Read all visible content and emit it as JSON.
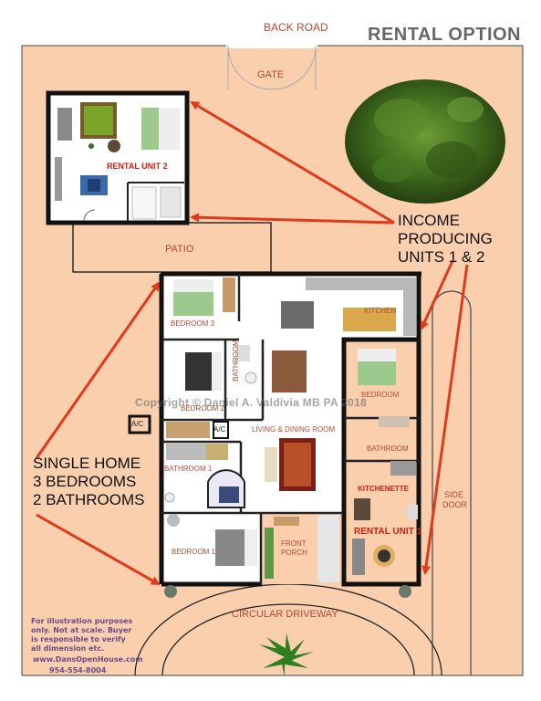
{
  "title": "RENTAL OPTION",
  "back_road": "BACK ROAD",
  "gate": "GATE",
  "patio": "PATIO",
  "rooms": {
    "rental_unit_2": "RENTAL UNIT 2",
    "bedroom_3": "BEDROOM 3",
    "kitchen": "KITCHEN",
    "bathroom_vertical": "BATHROOM",
    "bedroom_2": "BEDROOM 2",
    "bedroom_unit1": "BEDROOM",
    "living_dining": "LIVING & DINING ROOM",
    "bathroom_unit1": "BATHROOM",
    "bathroom_1": "BATHROOM 1",
    "kitchenette": "KITCHENETTE",
    "side_door_1": "SIDE",
    "side_door_2": "DOOR",
    "rental_unit_1": "RENTAL UNIT 1",
    "bedroom_1": "BEDROOM 1",
    "front_porch_1": "FRONT",
    "front_porch_2": "PORCH",
    "ac_1": "A/C",
    "ac_2": "A/C"
  },
  "circular_driveway": "CIRCULAR DRIVEWAY",
  "income_label": "INCOME\nPRODUCING\nUNITS 1 & 2",
  "single_home_label": "SINGLE HOME\n3 BEDROOMS\n2 BATHROOMS",
  "copyright": "Copyright © Daniel A. Valdivia MB PA 2018",
  "disclaimer": "For illustration purposes only. Not at scale. Buyer is responsible to verify all dimension etc.",
  "website": "www.DansOpenHouse.com",
  "phone": "954-554-8004",
  "colors": {
    "lot": "#f9cfae",
    "wall": "#111111",
    "floor": "#ffffff",
    "arrow": "#e03a1a",
    "tree": "#3f6a1d",
    "room_label": "#b04a3a",
    "accent_red": "#cc1f10"
  }
}
